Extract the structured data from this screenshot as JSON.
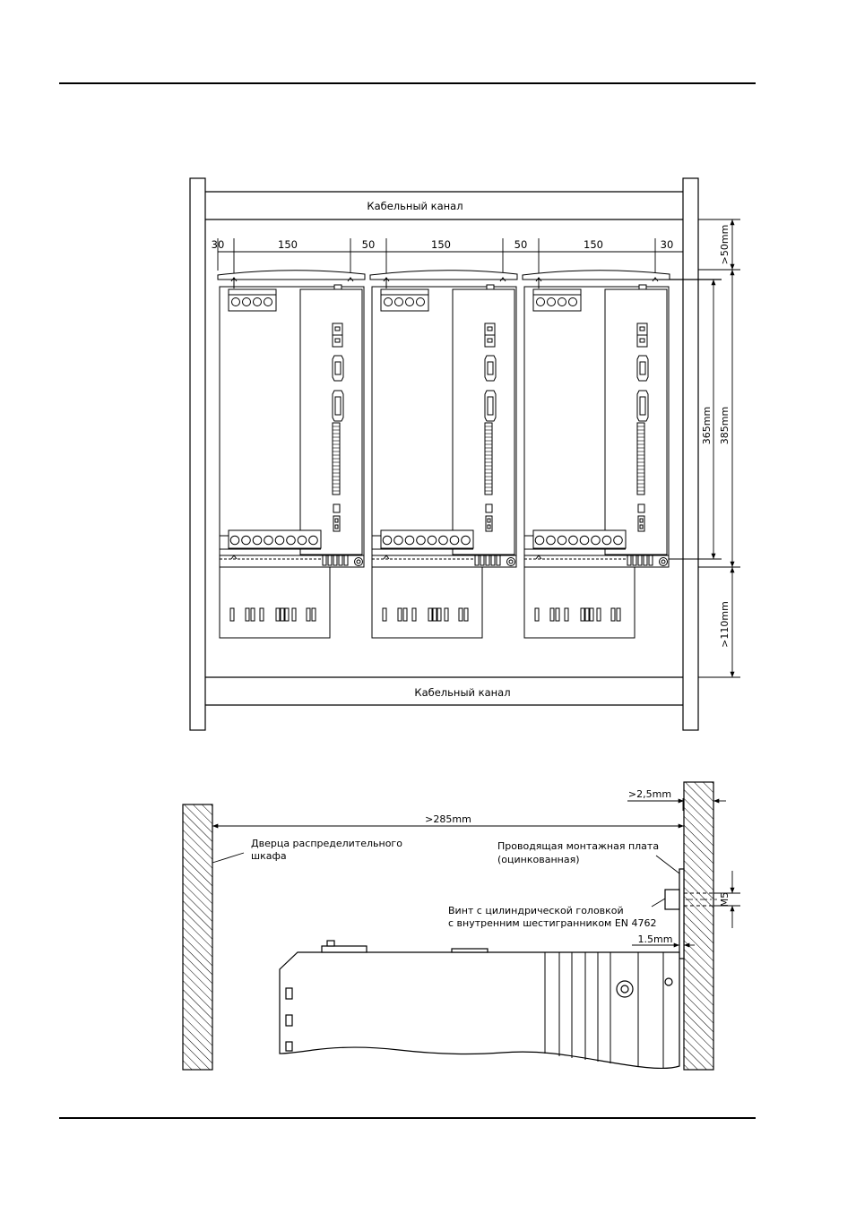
{
  "front_view": {
    "cable_channel_top": "Кабельный канал",
    "cable_channel_bottom": "Кабельный канал",
    "spacing": [
      "30",
      "150",
      "50",
      "150",
      "50",
      "150",
      "30"
    ],
    "dim_top_clearance": ">50mm",
    "dim_bottom_clearance": ">110mm",
    "dim_inner_height": "365mm",
    "dim_outer_height": "385mm"
  },
  "side_view": {
    "dim_depth": ">285mm",
    "dim_plate": ">2,5mm",
    "dim_gap": "1.5mm",
    "dim_screw": "M5",
    "door_label_1": "Дверца распределительного",
    "door_label_2": "шкафа",
    "plate_label_1": "Проводящая монтажная плата",
    "plate_label_2": "(оцинкованная)",
    "screw_label_1": "Винт с цилиндрической головкой",
    "screw_label_2": "с внутренним шестигранником EN 4762"
  },
  "colors": {
    "line": "#000000",
    "background": "#ffffff"
  }
}
